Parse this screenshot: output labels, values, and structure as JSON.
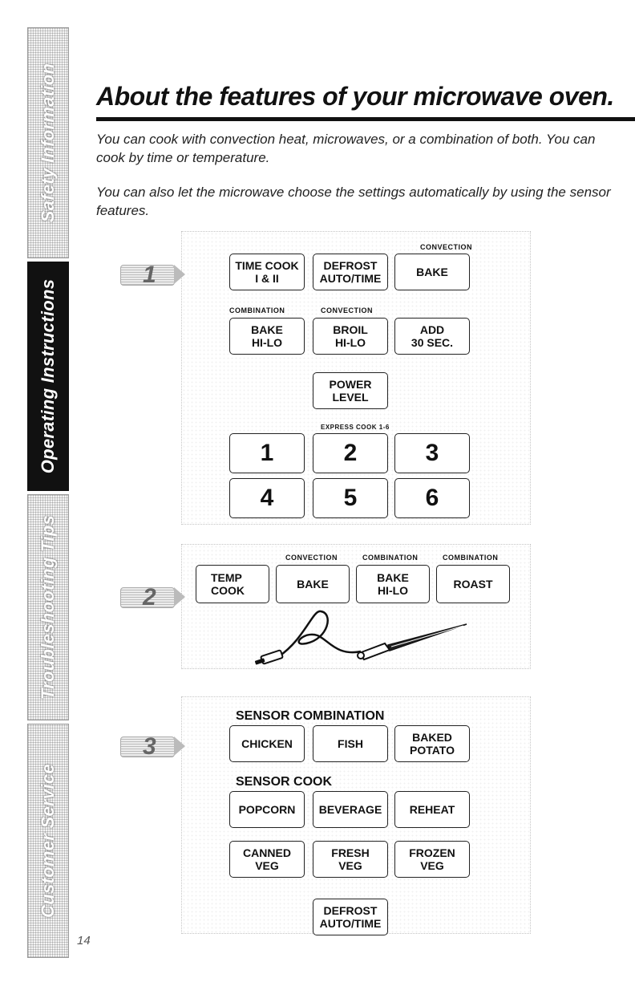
{
  "sidebar": {
    "tabs": [
      {
        "label": "Safety Information",
        "active": false
      },
      {
        "label": "Operating Instructions",
        "active": true
      },
      {
        "label": "Troubleshooting Tips",
        "active": false
      },
      {
        "label": "Customer Service",
        "active": false
      }
    ]
  },
  "page": {
    "title": "About the features of your microwave oven.",
    "intro": [
      "You can cook with convection heat, microwaves, or a combination of both. You can cook by time or temperature.",
      "You can also let the microwave choose the settings automatically by using the sensor features."
    ],
    "page_number": "14"
  },
  "panel1": {
    "step": "1",
    "row1": {
      "key1": [
        "TIME COOK",
        "I & II"
      ],
      "key2": [
        "DEFROST",
        "AUTO/TIME"
      ],
      "key3_label": "CONVECTION",
      "key3": [
        "BAKE"
      ]
    },
    "row2": {
      "key1_label": "COMBINATION",
      "key1": [
        "BAKE",
        "HI-LO"
      ],
      "key2_label": "CONVECTION",
      "key2": [
        "BROIL",
        "HI-LO"
      ],
      "key3": [
        "ADD",
        "30 SEC."
      ]
    },
    "power": [
      "POWER",
      "LEVEL"
    ],
    "express_label": "EXPRESS COOK 1-6",
    "numbers": [
      "1",
      "2",
      "3",
      "4",
      "5",
      "6"
    ]
  },
  "panel2": {
    "step": "2",
    "keys": [
      {
        "label": "",
        "lines": [
          "TEMP",
          "COOK"
        ]
      },
      {
        "label": "CONVECTION",
        "lines": [
          "BAKE"
        ]
      },
      {
        "label": "COMBINATION",
        "lines": [
          "BAKE",
          "HI-LO"
        ]
      },
      {
        "label": "COMBINATION",
        "lines": [
          "ROAST"
        ]
      }
    ]
  },
  "panel3": {
    "step": "3",
    "sensor_combination_label": "SENSOR COMBINATION",
    "combination_keys": [
      [
        "CHICKEN"
      ],
      [
        "FISH"
      ],
      [
        "BAKED",
        "POTATO"
      ]
    ],
    "sensor_cook_label": "SENSOR COOK",
    "cook_row1": [
      [
        "POPCORN"
      ],
      [
        "BEVERAGE"
      ],
      [
        "REHEAT"
      ]
    ],
    "cook_row2": [
      [
        "CANNED",
        "VEG"
      ],
      [
        "FRESH",
        "VEG"
      ],
      [
        "FROZEN",
        "VEG"
      ]
    ],
    "defrost": [
      "DEFROST",
      "AUTO/TIME"
    ]
  }
}
